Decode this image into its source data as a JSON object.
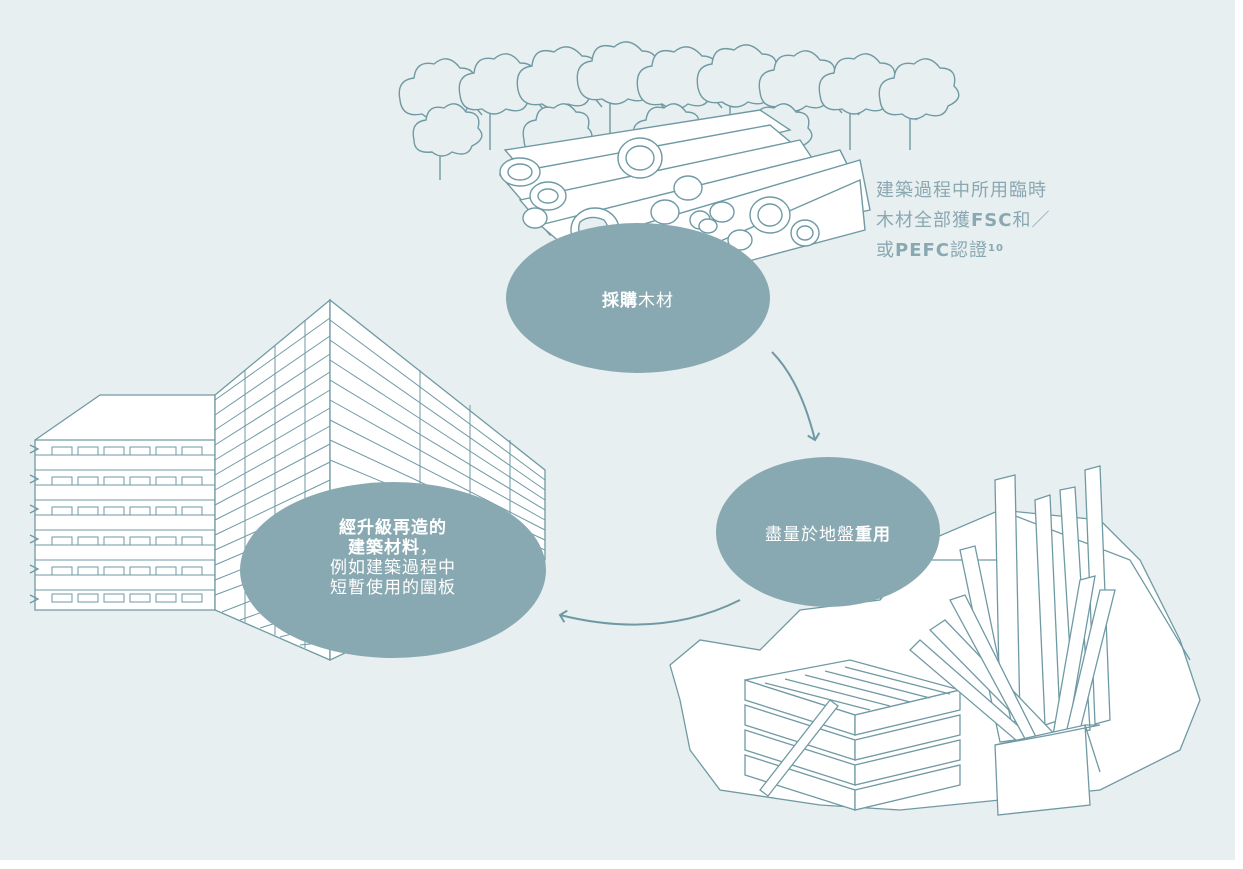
{
  "note": {
    "line1": "建築過程中所用臨時",
    "line2_pre": "木材全部獲",
    "line2_bold": "FSC",
    "line2_post": "和／",
    "line3_pre": "或",
    "line3_bold": "PEFC",
    "line3_post": "認證",
    "sup": "10"
  },
  "procure": {
    "bold": "採購",
    "regular": "木材"
  },
  "reuse": {
    "regular": "盡量於地盤",
    "bold": "重用"
  },
  "upcycle": {
    "bold_line1": "經升級再造的",
    "bold_line2": "建築材料",
    "punct": "，",
    "reg_line1": "例如建築過程中",
    "reg_line2": "短暫使用的圍板"
  },
  "colors": {
    "background": "#e8eff0",
    "ellipse": "#88a9b1",
    "stroke": "#6f9aa4",
    "note_text": "#8aa8b2",
    "fill_white": "#ffffff"
  },
  "icons": [
    "forest-illustration",
    "timber-logs-illustration",
    "scrap-wood-pile-illustration",
    "upcycled-building-illustration",
    "cycle-arrow-icon"
  ]
}
